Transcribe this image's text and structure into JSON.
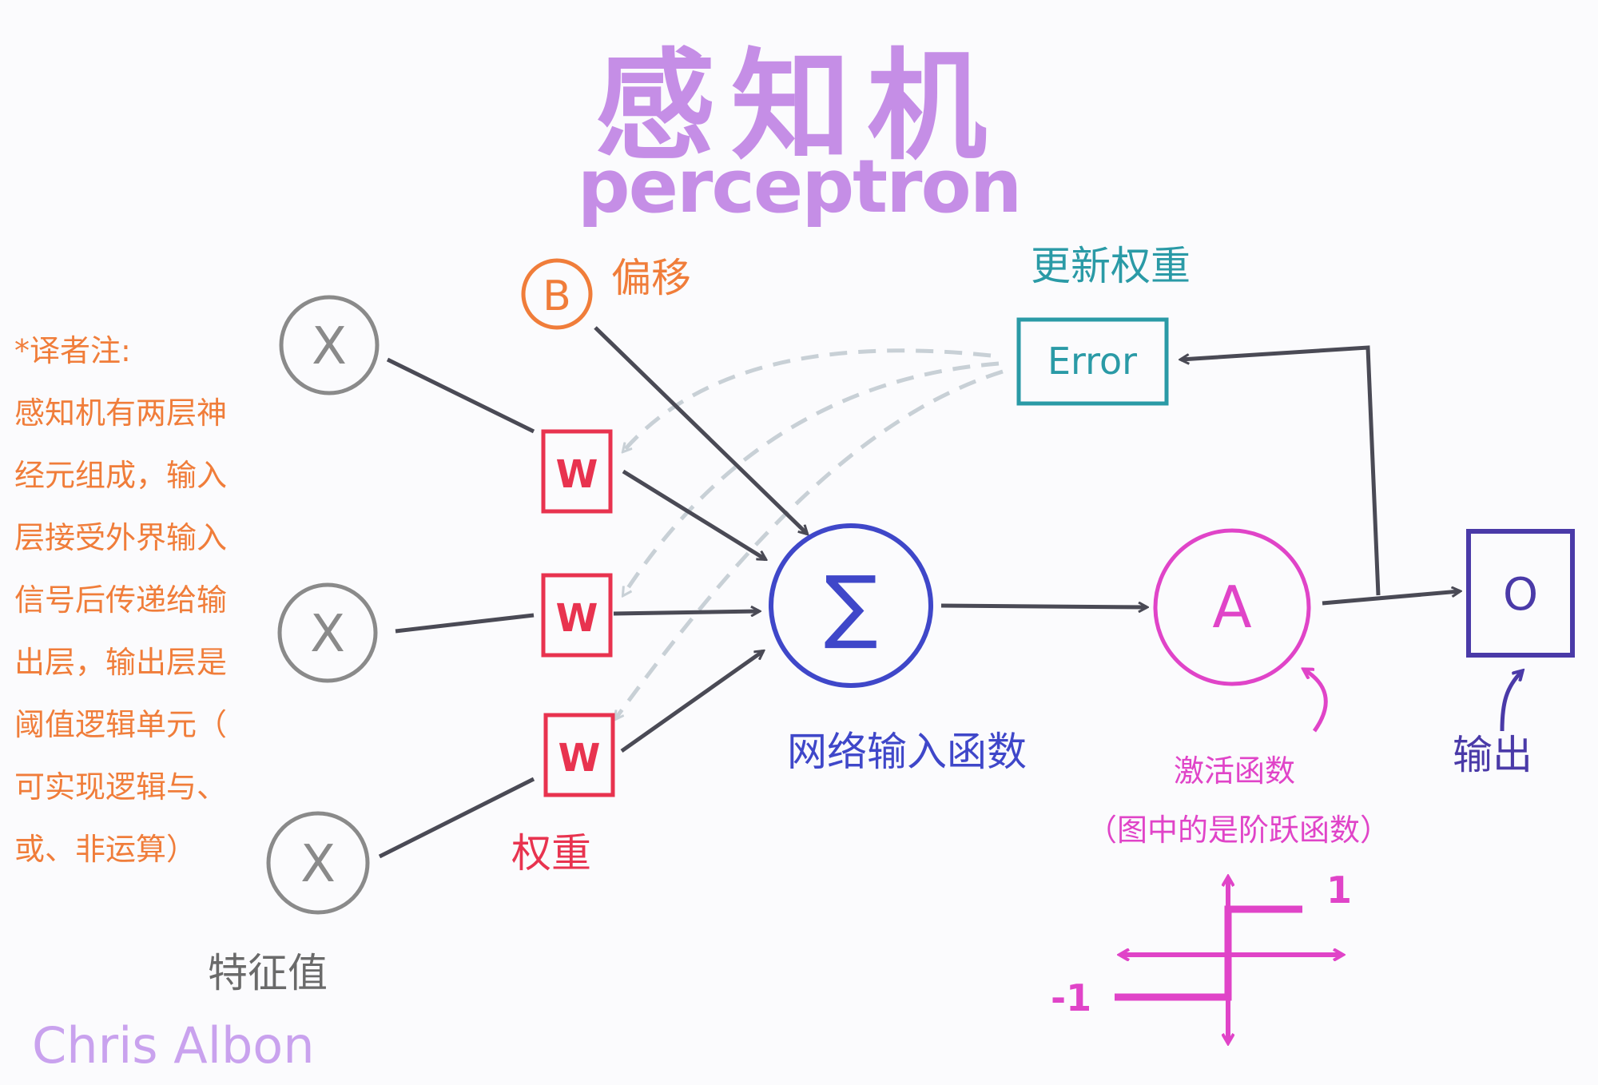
{
  "title": {
    "main": "感知机",
    "sub": "perceptron"
  },
  "inputs": {
    "node_label": "X",
    "caption": "特征值"
  },
  "weights": {
    "node_label": "W",
    "caption": "权重"
  },
  "bias": {
    "node_label": "B",
    "caption": "偏移"
  },
  "sum_node": {
    "node_label": "∑",
    "caption": "网络输入函数"
  },
  "activation": {
    "node_label": "A",
    "caption": "激活函数",
    "note": "（图中的是阶跃函数）",
    "step_plot": {
      "high_label": "1",
      "low_label": "-1",
      "high_value": 1,
      "low_value": -1
    }
  },
  "output": {
    "node_label": "O",
    "caption": "输出"
  },
  "error": {
    "node_label": "Error",
    "caption": "更新权重"
  },
  "translator_note": [
    "*译者注:",
    "感知机有两层神",
    "经元组成，输入",
    "层接受外界输入",
    "信号后传递给输",
    "出层，输出层是",
    "阈值逻辑单元（",
    "可实现逻辑与、",
    "或、非运算）"
  ],
  "signature": "Chris Albon",
  "colors": {
    "title": "#c58ee6",
    "orange": "#f07d3a",
    "red": "#e8334f",
    "teal": "#2a9aa6",
    "blue": "#3f47c9",
    "magenta": "#e044c8",
    "purple": "#4a3aa8",
    "gray": "#8a8a8a",
    "line": "#4a4a55",
    "dashed": "#c8d0d6",
    "signature": "#c9a2ee"
  }
}
